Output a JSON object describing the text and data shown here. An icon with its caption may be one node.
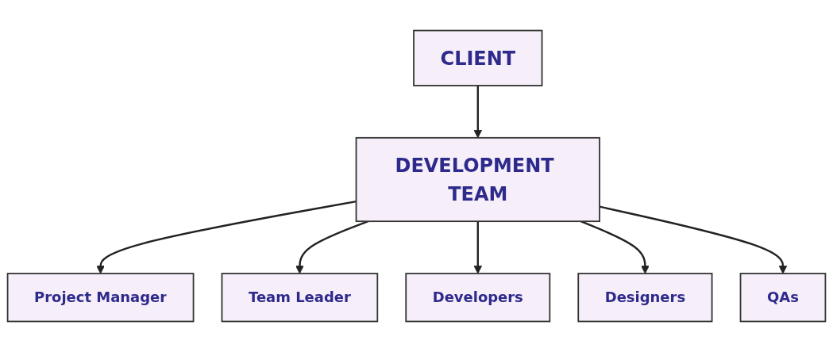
{
  "diagram": {
    "nodes": [
      {
        "text": [
          "CLIENT"
        ]
      },
      {
        "text": [
          "DEVELOPMENT TEAM"
        ]
      },
      {
        "text": [
          "Project Manager"
        ]
      },
      {
        "text": [
          "Team Leader"
        ]
      },
      {
        "text": [
          "Developers"
        ]
      },
      {
        "text": [
          "Designers"
        ]
      },
      {
        "text": [
          "QAs"
        ]
      }
    ],
    "edges": [
      {
        "from": 0,
        "to": 1,
        "arrow": "to"
      },
      {
        "from": 1,
        "to": 2,
        "arrow": "to"
      },
      {
        "from": 1,
        "to": 3,
        "arrow": "to"
      },
      {
        "from": 1,
        "to": 4,
        "arrow": "to"
      },
      {
        "from": 1,
        "to": 5,
        "arrow": "to"
      },
      {
        "from": 1,
        "to": 6,
        "arrow": "to"
      }
    ]
  }
}
